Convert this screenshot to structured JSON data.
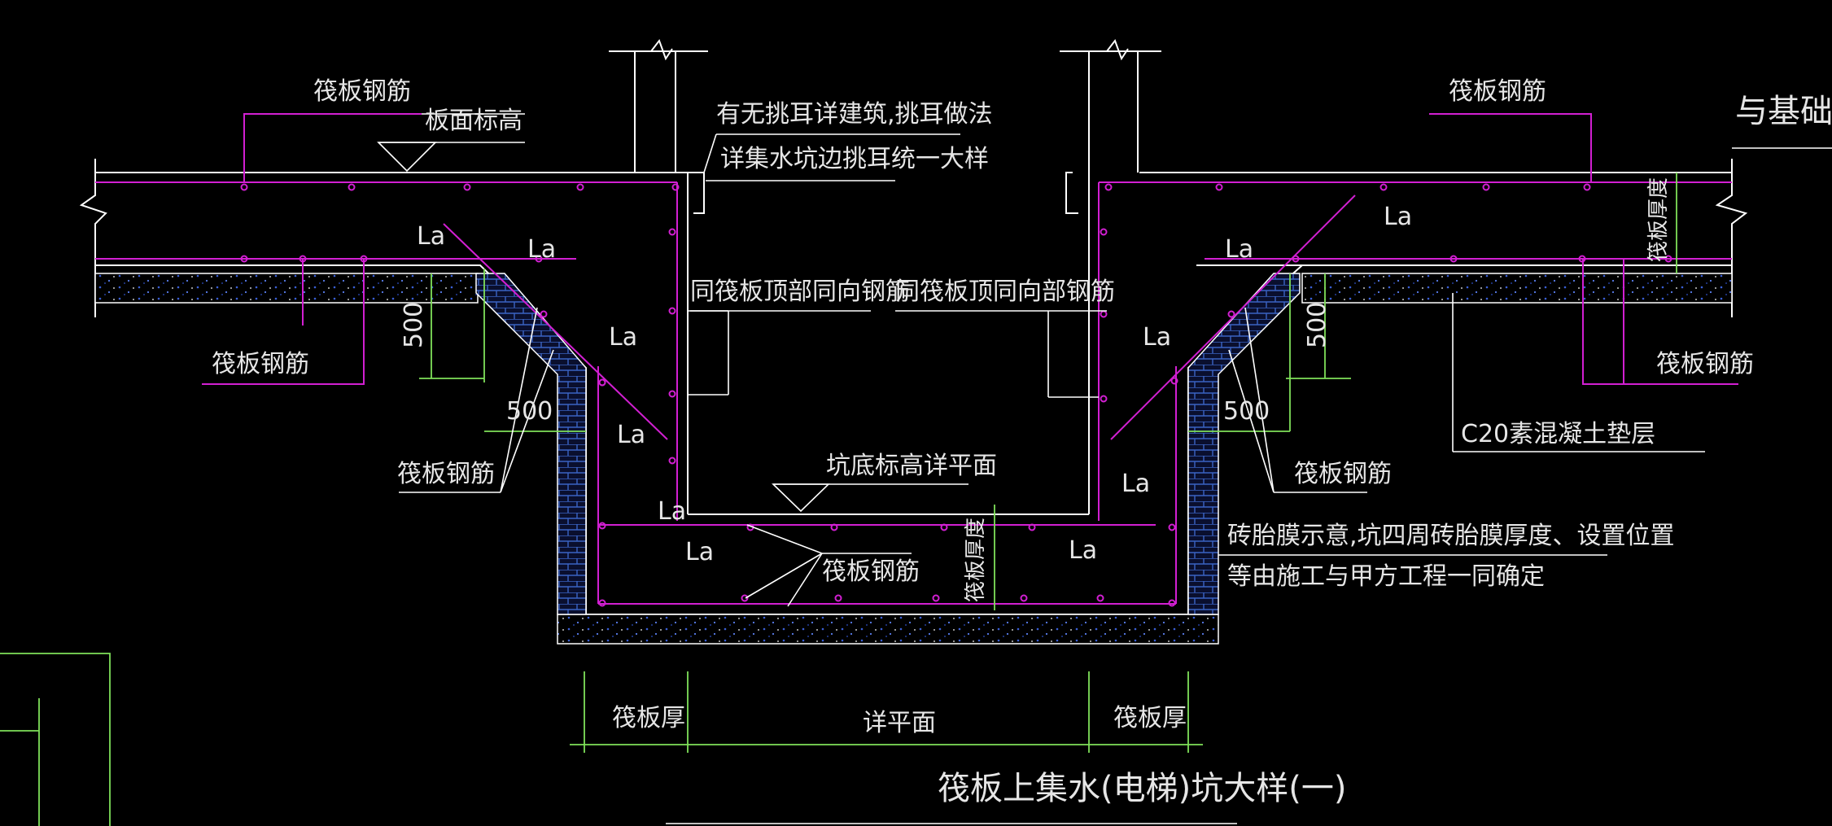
{
  "drawing": {
    "title": "筏板上集水(电梯)坑大样(一)",
    "colors": {
      "background": "#000000",
      "structure": "#ffffff",
      "rebar": "#d21fd2",
      "dimension": "#7fe05a",
      "text": "#e6e6e6",
      "brick": "#3a63c4",
      "concrete_fill": "#1f3fbf"
    },
    "labels": {
      "raft_rebar": "筏板钢筋",
      "slab_elevation": "板面标高",
      "ear_note_1": "有无挑耳详建筑,挑耳做法",
      "ear_note_2": "详集水坑边挑耳统一大样",
      "same_top_rebar": "同筏板顶部同向钢筋",
      "same_top_rebar_right": "同筏板顶同向部钢筋",
      "pit_bottom_elevation": "坑底标高详平面",
      "anchor": "La",
      "brick_note_1": "砖胎膜示意,坑四周砖胎膜厚度、设置位置",
      "brick_note_2": "等由施工与甲方工程一同确定",
      "cushion": "C20素混凝土垫层",
      "raft_thickness": "筏板厚",
      "raft_thickness_vertical": "筏板厚度",
      "see_plan": "详平面",
      "dim_500": "500",
      "cropped_top_right": "与基础同"
    }
  }
}
